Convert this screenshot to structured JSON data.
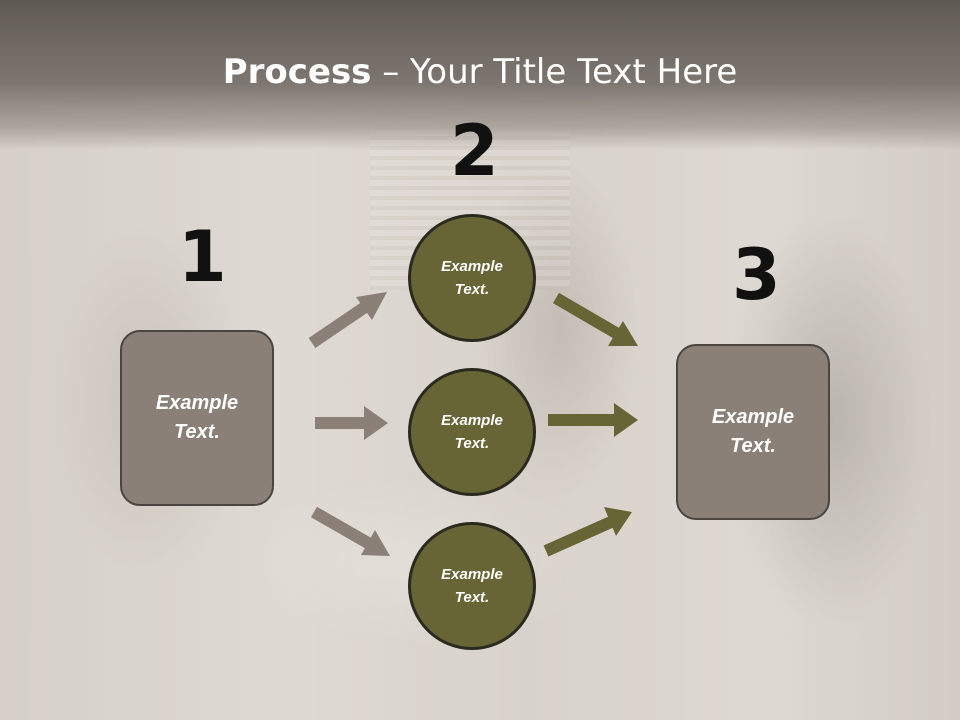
{
  "title": {
    "bold": "Process",
    "rest": " – Your Title Text Here"
  },
  "numbers": {
    "one": "1",
    "two": "2",
    "three": "3"
  },
  "left_box": {
    "text": "Example Text."
  },
  "right_box": {
    "text": "Example Text."
  },
  "circles": [
    {
      "text": "Example Text."
    },
    {
      "text": "Example Text."
    },
    {
      "text": "Example Text."
    }
  ],
  "colors": {
    "box_fill": "#8a8078",
    "circle_fill": "#676535",
    "arrow_gray": "#8a8078",
    "arrow_olive": "#676535"
  }
}
